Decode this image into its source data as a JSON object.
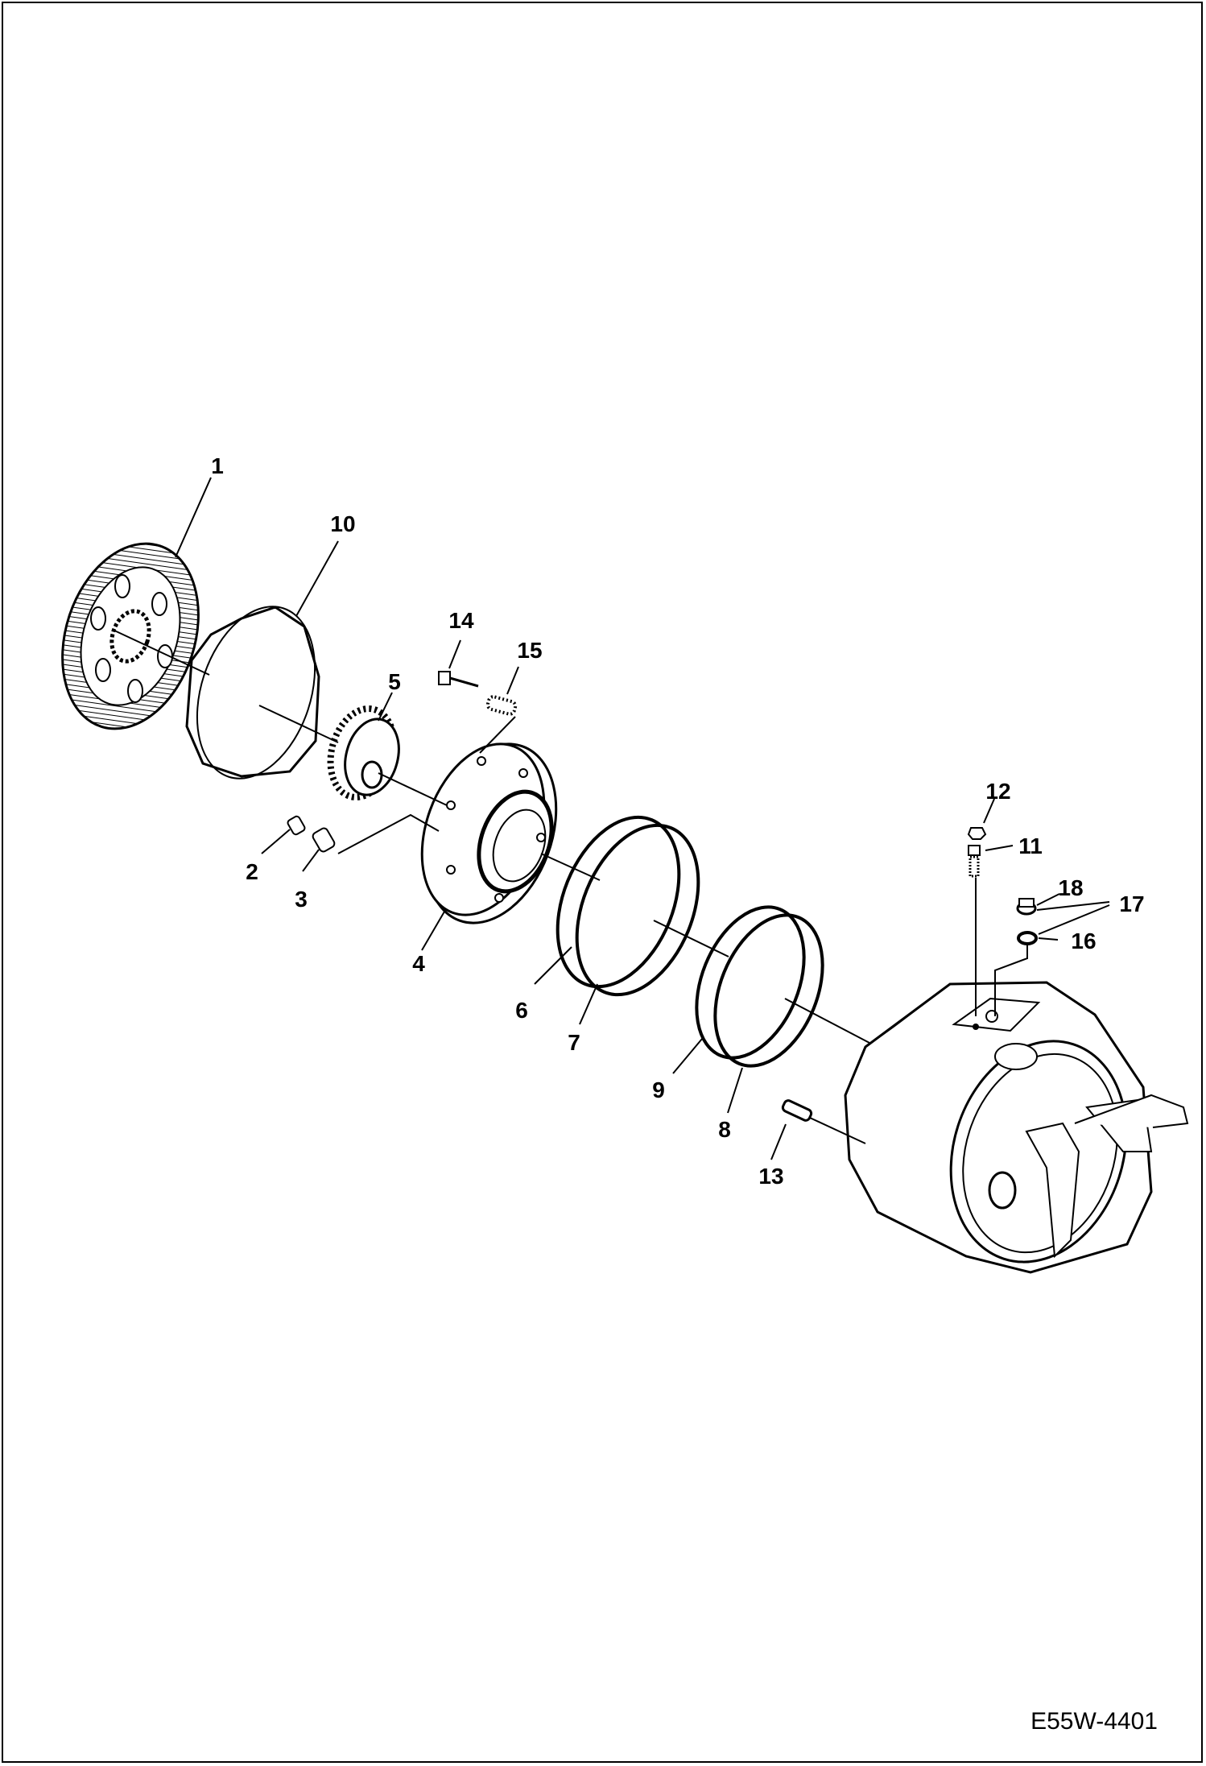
{
  "drawing": {
    "document_code": "E55W-4401",
    "callouts": [
      "1",
      "2",
      "3",
      "4",
      "5",
      "6",
      "7",
      "8",
      "9",
      "10",
      "11",
      "12",
      "13",
      "14",
      "15",
      "16",
      "17",
      "18"
    ]
  }
}
